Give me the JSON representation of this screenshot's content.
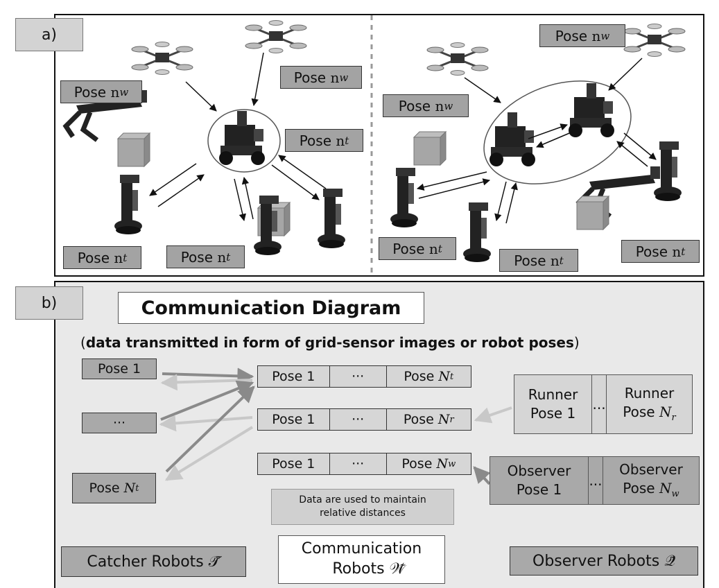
{
  "panel_a": {
    "label": "a)",
    "pose_word": "Pose",
    "n": "n",
    "sub_w": "w",
    "sub_t": "t"
  },
  "panel_b": {
    "label": "b)",
    "title": "Communication Diagram",
    "subtitle_open": "(",
    "subtitle_bold": "data transmitted in form of grid-sensor images or robot poses",
    "subtitle_close": ")",
    "left_col": {
      "pose1": "Pose 1",
      "ellipsis": "···",
      "pose_n_word": "Pose",
      "N": "N",
      "sub": "t"
    },
    "center_rows": [
      {
        "c1": "Pose 1",
        "c2": "···",
        "c3_word": "Pose",
        "N": "N",
        "sub": "t"
      },
      {
        "c1": "Pose 1",
        "c2": "···",
        "c3_word": "Pose",
        "N": "N",
        "sub": "r"
      },
      {
        "c1": "Pose 1",
        "c2": "···",
        "c3_word": "Pose",
        "N": "N",
        "sub": "w"
      }
    ],
    "runner": {
      "left_l1": "Runner",
      "left_l2": "Pose 1",
      "mid": "...",
      "right_l1": "Runner",
      "right_word": "Pose",
      "N": "N",
      "sub": "r"
    },
    "observer": {
      "left_l1": "Observer",
      "left_l2": "Pose 1",
      "mid": "...",
      "right_l1": "Observer",
      "right_word": "Pose",
      "N": "N",
      "sub": "w"
    },
    "note_l1": "Data are used to maintain",
    "note_l2": "relative distances",
    "catcher_label": "Catcher Robots",
    "catcher_sym": "𝒯̃",
    "comm_l1": "Communication",
    "comm_l2": "Robots",
    "comm_sym": "𝒲̃",
    "observer_label": "Observer Robots",
    "observer_sym": "𝒬̃"
  }
}
